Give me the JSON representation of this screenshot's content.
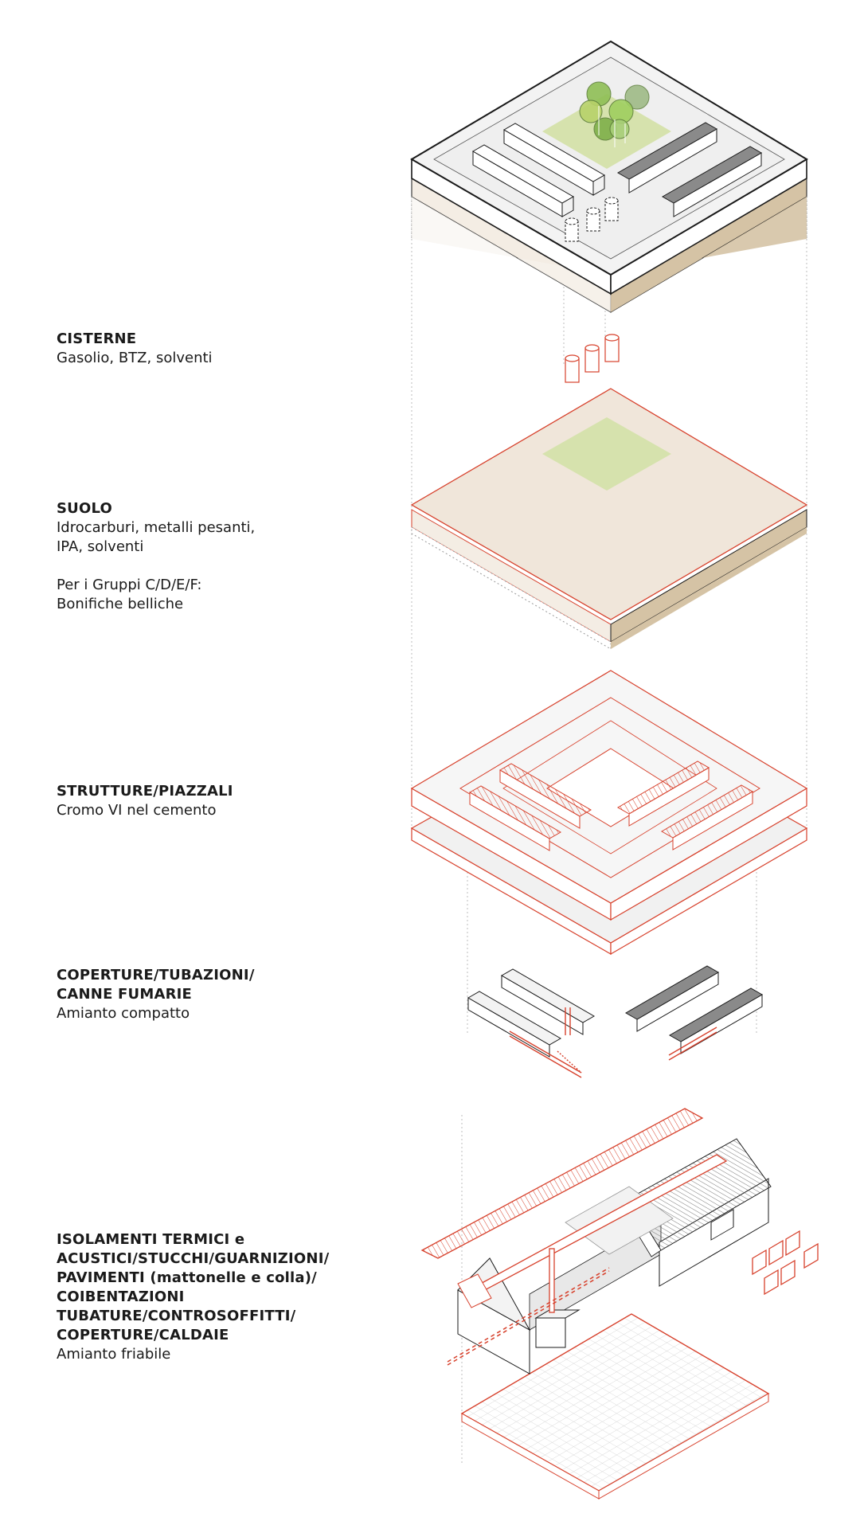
{
  "layers": [
    {
      "id": "cisterne",
      "title": [
        "CISTERNE"
      ],
      "desc": [
        "Gasolio, BTZ, solventi"
      ]
    },
    {
      "id": "suolo",
      "title": [
        "SUOLO"
      ],
      "desc": [
        "Idrocarburi, metalli pesanti,",
        "IPA, solventi"
      ],
      "note": [
        "Per i Gruppi C/D/E/F:",
        "Bonifiche belliche"
      ]
    },
    {
      "id": "strutture",
      "title": [
        "STRUTTURE/PIAZZALI"
      ],
      "desc": [
        "Cromo VI nel cemento"
      ]
    },
    {
      "id": "coperture",
      "title": [
        "COPERTURE/TUBAZIONI/",
        "CANNE FUMARIE"
      ],
      "desc": [
        "Amianto compatto"
      ]
    },
    {
      "id": "isolamenti",
      "title": [
        "ISOLAMENTI TERMICI e",
        "ACUSTICI/STUCCHI/GUARNIZIONI/",
        "PAVIMENTI (mattonelle e colla)/",
        "COIBENTAZIONI",
        "TUBATURE/CONTROSOFFITTI/",
        "COPERTURE/CALDAIE"
      ],
      "desc": [
        "Amianto friabile"
      ]
    }
  ],
  "colors": {
    "accent": "#d7412c",
    "outline": "#1a1a1a",
    "soil_top": "#f0e6da",
    "soil_side": "#d5c3a5",
    "grass": "#d6e2ad",
    "roof_grey": "#8a8a8a",
    "plaza": "#f1f1f1"
  }
}
